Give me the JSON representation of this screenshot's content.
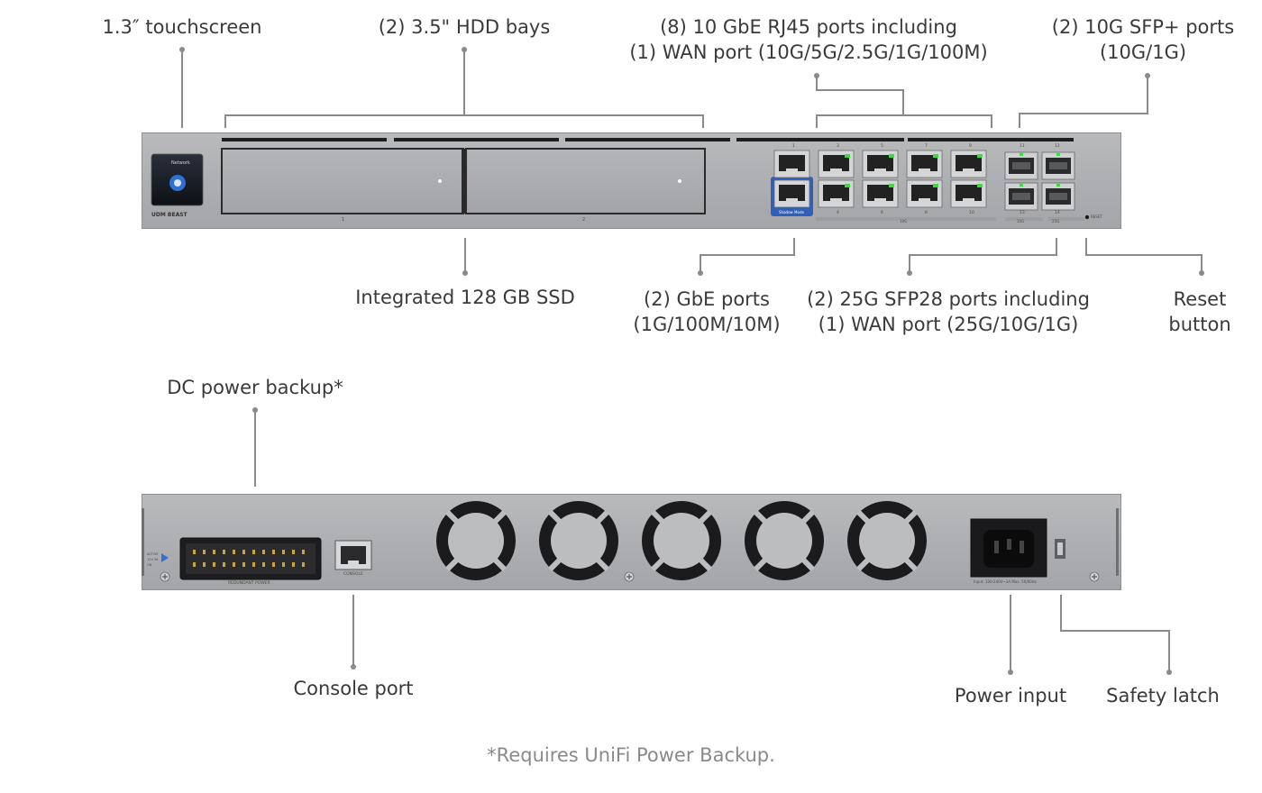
{
  "callouts": {
    "touchscreen": "1.3″ touchscreen",
    "hdd_bays": "(2) 3.5\" HDD bays",
    "rj45_line1": "(8) 10 GbE RJ45 ports including",
    "rj45_line2": "(1) WAN port (10G/5G/2.5G/1G/100M)",
    "sfp_plus_line1": "(2) 10G SFP+ ports",
    "sfp_plus_line2": "(10G/1G)",
    "ssd": "Integrated 128 GB SSD",
    "gbe_line1": "(2) GbE ports",
    "gbe_line2": "(1G/100M/10M)",
    "sfp28_line1": "(2) 25G SFP28 ports including",
    "sfp28_line2": "(1) WAN port (25G/10G/1G)",
    "reset_line1": "Reset",
    "reset_line2": "button",
    "dc_power": "DC power backup*",
    "console": "Console port",
    "power_input": "Power input",
    "safety_latch": "Safety latch"
  },
  "front_panel": {
    "screen_title": "Network",
    "brand": "UDM BEAST",
    "bay_numbers": [
      "1",
      "2"
    ],
    "port_numbers_top": [
      "1",
      "3",
      "5",
      "7",
      "9",
      "11",
      "12"
    ],
    "port_numbers_bottom": [
      "2",
      "4",
      "6",
      "8",
      "10",
      "13",
      "14"
    ],
    "shadow_mode": "Shadow Mode",
    "rj45_group_label": "10G",
    "sfp_group_label_left": "10G",
    "sfp_group_label_right": "25G",
    "reset_text": "RESET"
  },
  "rear_panel": {
    "redundant_power": "REDUNDANT POWER",
    "console_text": "CONSOLE",
    "power_rating": "Input: 100-240V~3A Max. 50/60Hz",
    "psu_indicator_1": "ACTIVE",
    "psu_indicator_2": "12V 3A",
    "psu_indicator_3": "ON"
  },
  "footnote": "*Requires UniFi Power Backup.",
  "colors": {
    "leader": "#8a8a8a",
    "chassis": "#aeafb2",
    "port_led": "#3ddc3d",
    "accent_blue": "#2f6fd6"
  }
}
